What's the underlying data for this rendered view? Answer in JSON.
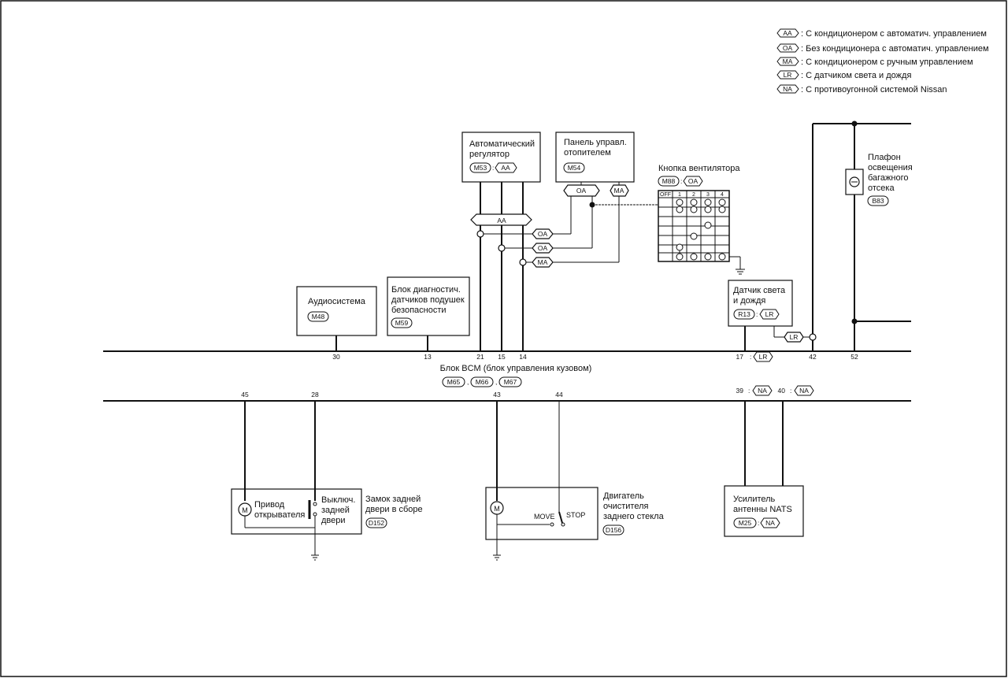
{
  "legend": [
    {
      "tag": "AA",
      "text": ": С кондиционером с автоматич. управлением"
    },
    {
      "tag": "OA",
      "text": ": Без кондиционера с автоматич. управлением"
    },
    {
      "tag": "MA",
      "text": ": С кондиционером с ручным управлением"
    },
    {
      "tag": "LR",
      "text": ": С датчиком света и дождя"
    },
    {
      "tag": "NA",
      "text": ": С противоугонной системой Nissan"
    }
  ],
  "components": {
    "audio": {
      "title": "Аудиосистема",
      "connector": "M48"
    },
    "airbag": {
      "line1": "Блок диагностич.",
      "line2": "датчиков подушек",
      "line3": "безопасности",
      "connector": "M59"
    },
    "auto_regulator": {
      "line1": "Автоматический",
      "line2": "регулятор",
      "connector": "M53",
      "tag": "AA"
    },
    "heater_panel": {
      "line1": "Панель управл.",
      "line2": "отопителем",
      "connector": "M54"
    },
    "fan_button": {
      "title": "Кнопка вентилятора",
      "connector": "M88",
      "tag": "OA",
      "cols": [
        "OFF",
        "1",
        "2",
        "3",
        "4"
      ]
    },
    "rain_sensor": {
      "line1": "Датчик света",
      "line2": "и дождя",
      "connector": "R13",
      "tag": "LR"
    },
    "trunk_lamp": {
      "line1": "Плафон",
      "line2": "освещения",
      "line3": "багажного",
      "line4": "отсека",
      "connector": "B83"
    },
    "bcm": {
      "title": "Блок BCM (блок управления кузовом)",
      "connectors": [
        "M65",
        "M66",
        "M67"
      ]
    },
    "door_actuator": {
      "line1": "Привод",
      "line2": "открывателя"
    },
    "door_switch": {
      "line1": "Выключ.",
      "line2": "задней",
      "line3": "двери"
    },
    "door_lock": {
      "line1": "Замок задней",
      "line2": "двери в сборе",
      "connector": "D152"
    },
    "wiper_motor": {
      "line1": "Двигатель",
      "line2": "очистителя",
      "line3": "заднего стекла",
      "connector": "D156",
      "move": "MOVE",
      "stop": "STOP"
    },
    "nats": {
      "line1": "Усилитель",
      "line2": "антенны NATS",
      "connector": "M25",
      "tag": "NA"
    }
  },
  "pins": {
    "p30": "30",
    "p13": "13",
    "p21": "21",
    "p15": "15",
    "p14": "14",
    "p17": "17",
    "p42": "42",
    "p52": "52",
    "p45": "45",
    "p28": "28",
    "p43": "43",
    "p44": "44",
    "p39": "39",
    "p40": "40"
  },
  "wire_tags": {
    "aa": "AA",
    "oa": "OA",
    "ma": "MA",
    "lr": "LR",
    "na": "NA"
  },
  "motor_symbol": "M"
}
